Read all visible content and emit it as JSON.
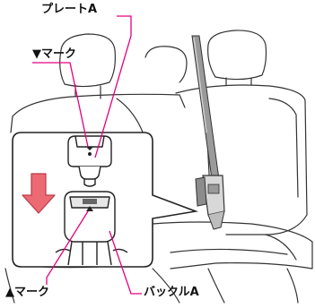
{
  "labels": {
    "plate_a": "プレートA",
    "down_mark": "▼マーク",
    "up_mark": "▲マーク",
    "buckle_a": "バックルA"
  },
  "colors": {
    "leader_line": "#e4007f",
    "arrow": "#ec6a73",
    "arrow_stroke": "#b93a48",
    "belt": "#9a9a9a",
    "outline": "#333333",
    "background": "#ffffff"
  },
  "icons": {
    "arrow": "down-arrow-icon"
  }
}
